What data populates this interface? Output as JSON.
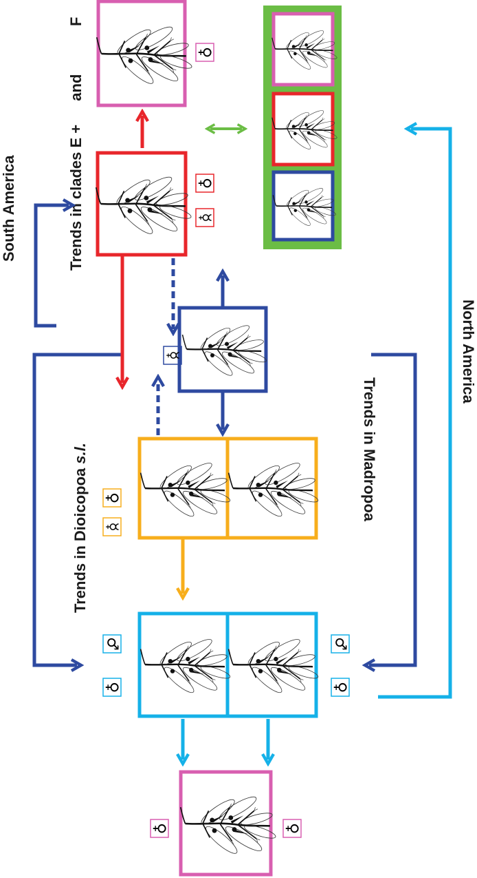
{
  "labels": {
    "south_america": "South America",
    "north_america": "North America",
    "trends_ef_prefix": "Trends in clades E + ",
    "trends_ef_f": "F",
    "trends_ef_and": "and",
    "trends_dioicopoa_prefix": "Trends in Dioicopoa ",
    "trends_dioicopoa_italic": "s.l.",
    "trends_madropoa": "Trends in Madropoa"
  },
  "symbols": {
    "female": "♀",
    "hermaphrodite": "☿",
    "male": "♂"
  },
  "colors": {
    "red": "#e8262b",
    "blue": "#2e4aa0",
    "cyan": "#15b1e8",
    "orange": "#f7ae1c",
    "magenta": "#d85fb0",
    "green": "#6bbd45",
    "text": "#1a1a1a"
  }
}
